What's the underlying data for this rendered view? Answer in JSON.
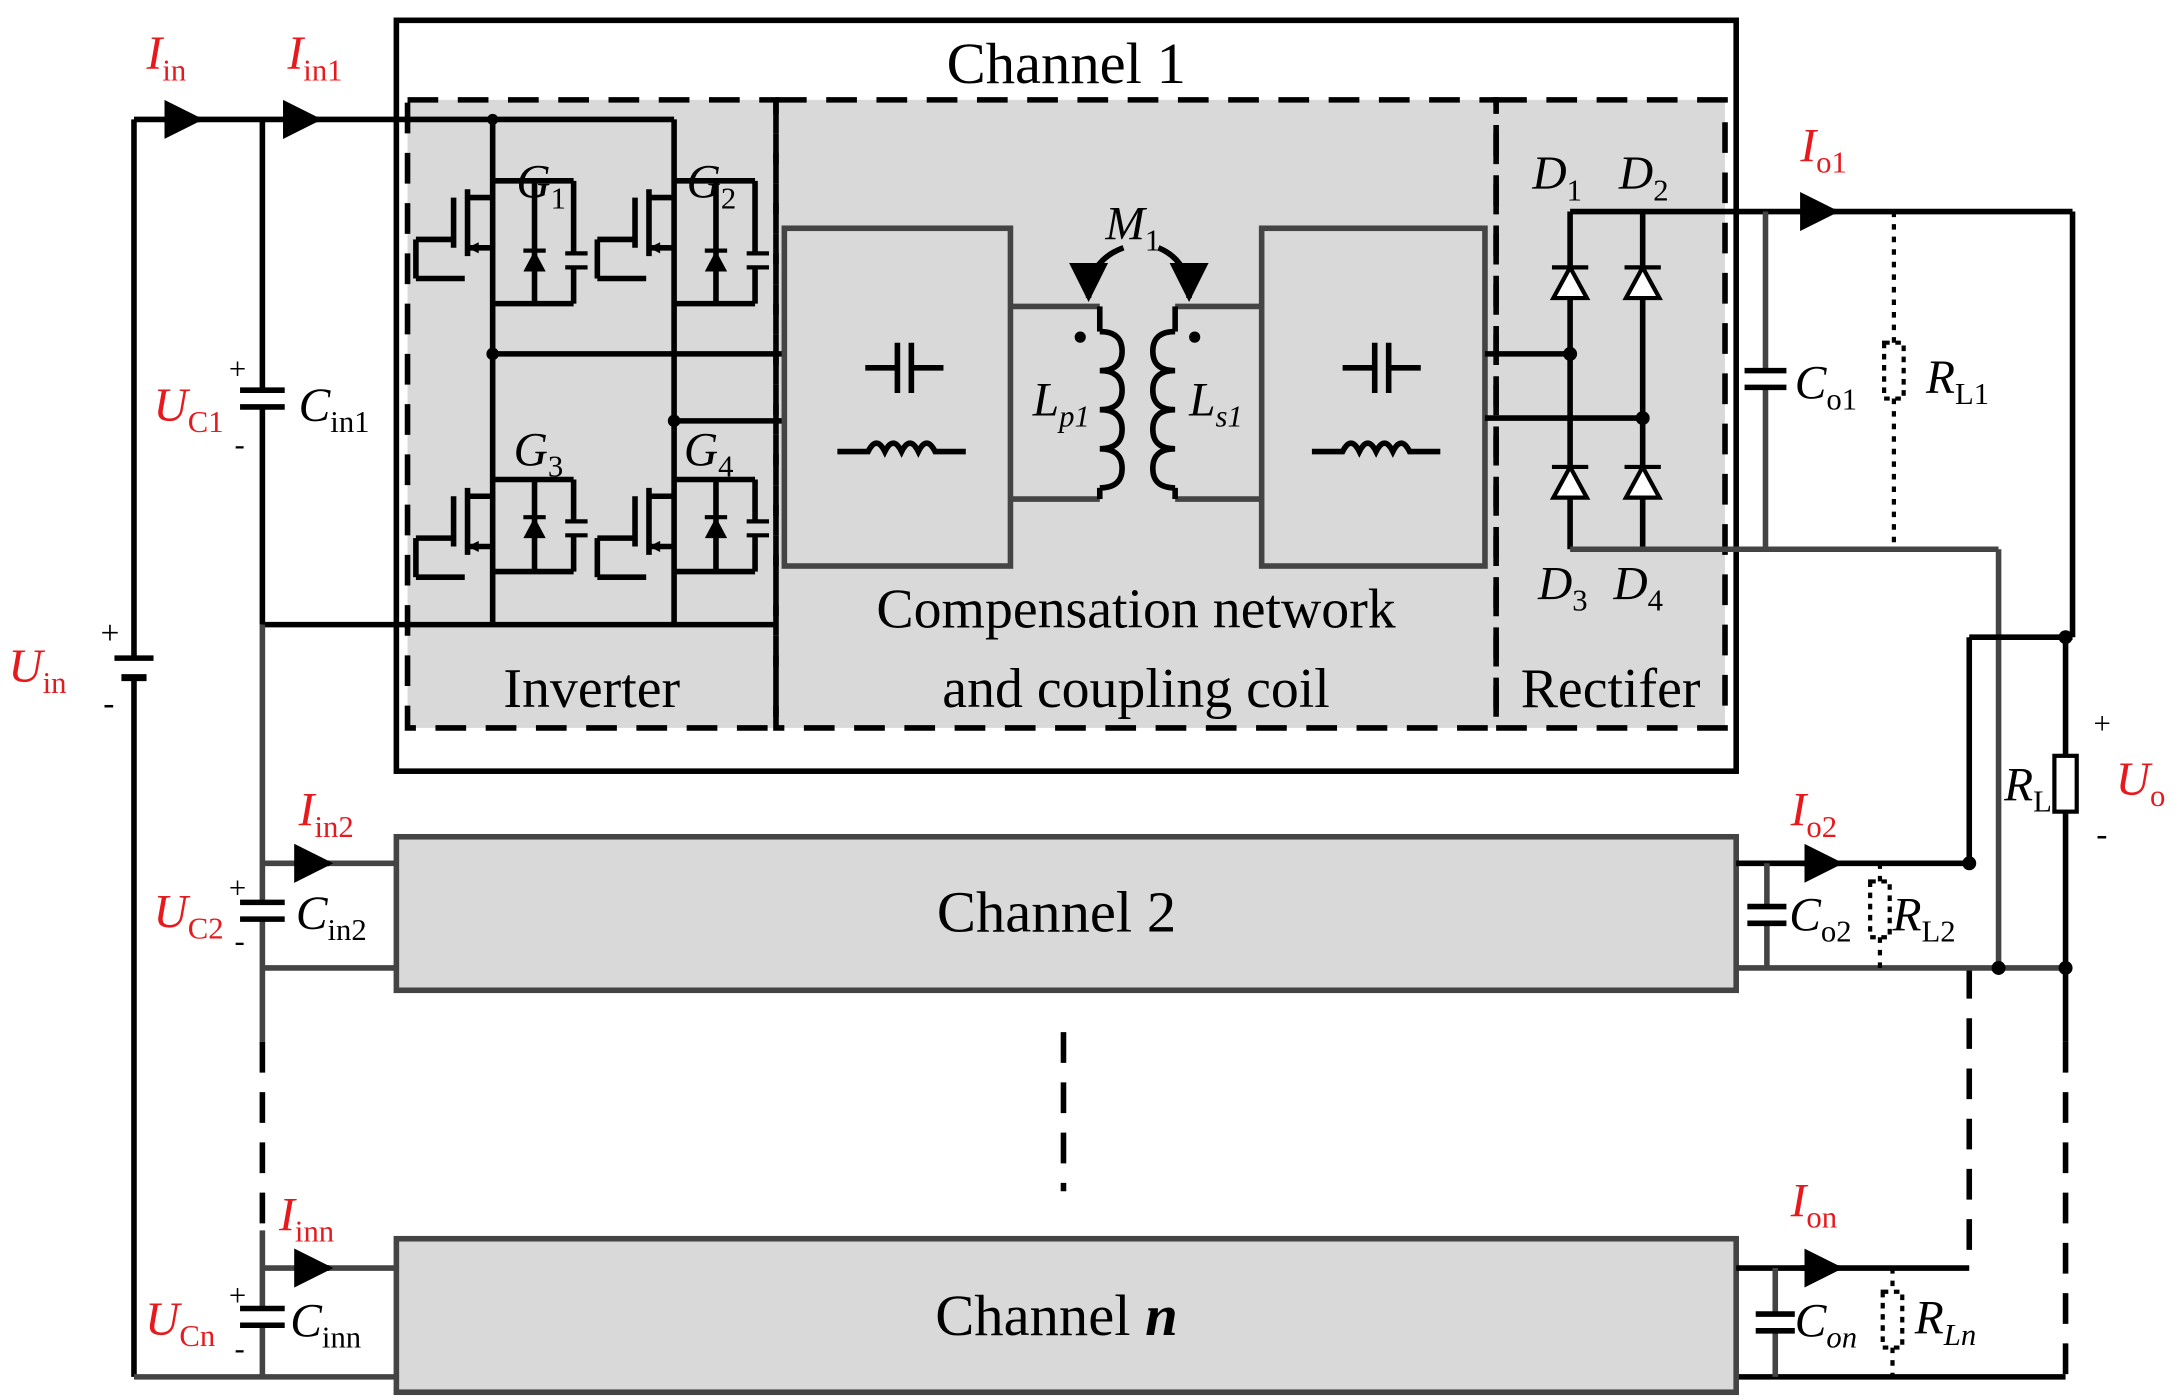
{
  "titles": {
    "channel1": "Channel 1",
    "channel2": "Channel 2",
    "channelN_prefix": "Channel ",
    "channelN_suffix": "n"
  },
  "blocks": {
    "inverter": "Inverter",
    "compensation_line1": "Compensation network",
    "compensation_line2": "and coupling coil",
    "rectifier": "Rectifer"
  },
  "labels": {
    "Iin": {
      "main": "I",
      "sub": "in"
    },
    "Iin1": {
      "main": "I",
      "sub": "in1"
    },
    "Iin2": {
      "main": "I",
      "sub": "in2"
    },
    "Iinn": {
      "main": "I",
      "sub": "inn"
    },
    "Uin": {
      "main": "U",
      "sub": "in"
    },
    "UC1": {
      "main": "U",
      "sub": "C1"
    },
    "UC2": {
      "main": "U",
      "sub": "C2"
    },
    "UCn": {
      "main": "U",
      "sub": "Cn"
    },
    "Cin1": {
      "main": "C",
      "sub": "in1"
    },
    "Cin2": {
      "main": "C",
      "sub": "in2"
    },
    "Cinn": {
      "main": "C",
      "sub": "inn"
    },
    "G1": {
      "main": "G",
      "sub": "1"
    },
    "G2": {
      "main": "G",
      "sub": "2"
    },
    "G3": {
      "main": "G",
      "sub": "3"
    },
    "G4": {
      "main": "G",
      "sub": "4"
    },
    "M1": {
      "main": "M",
      "sub": "1"
    },
    "Lp1": {
      "main": "L",
      "sub": "p1"
    },
    "Ls1": {
      "main": "L",
      "sub": "s1"
    },
    "D1": {
      "main": "D",
      "sub": "1"
    },
    "D2": {
      "main": "D",
      "sub": "2"
    },
    "D3": {
      "main": "D",
      "sub": "3"
    },
    "D4": {
      "main": "D",
      "sub": "4"
    },
    "Io1": {
      "main": "I",
      "sub": "o1"
    },
    "Io2": {
      "main": "I",
      "sub": "o2"
    },
    "Ion": {
      "main": "I",
      "sub": "on"
    },
    "Co1": {
      "main": "C",
      "sub": "o1"
    },
    "Co2": {
      "main": "C",
      "sub": "o2"
    },
    "Con": {
      "main": "C",
      "sub": "on"
    },
    "RL1": {
      "main": "R",
      "sub": "L1"
    },
    "RL2": {
      "main": "R",
      "sub": "L2"
    },
    "RLn": {
      "main": "R",
      "sub": "Ln"
    },
    "RL": {
      "main": "R",
      "sub": "L"
    },
    "Uo": {
      "main": "U",
      "sub": "o"
    }
  },
  "polarity": {
    "plus": "+",
    "minus": "-"
  },
  "colors": {
    "highlight": "#e8191d",
    "block_fill": "#d9d9d9",
    "wire": "#000000"
  }
}
